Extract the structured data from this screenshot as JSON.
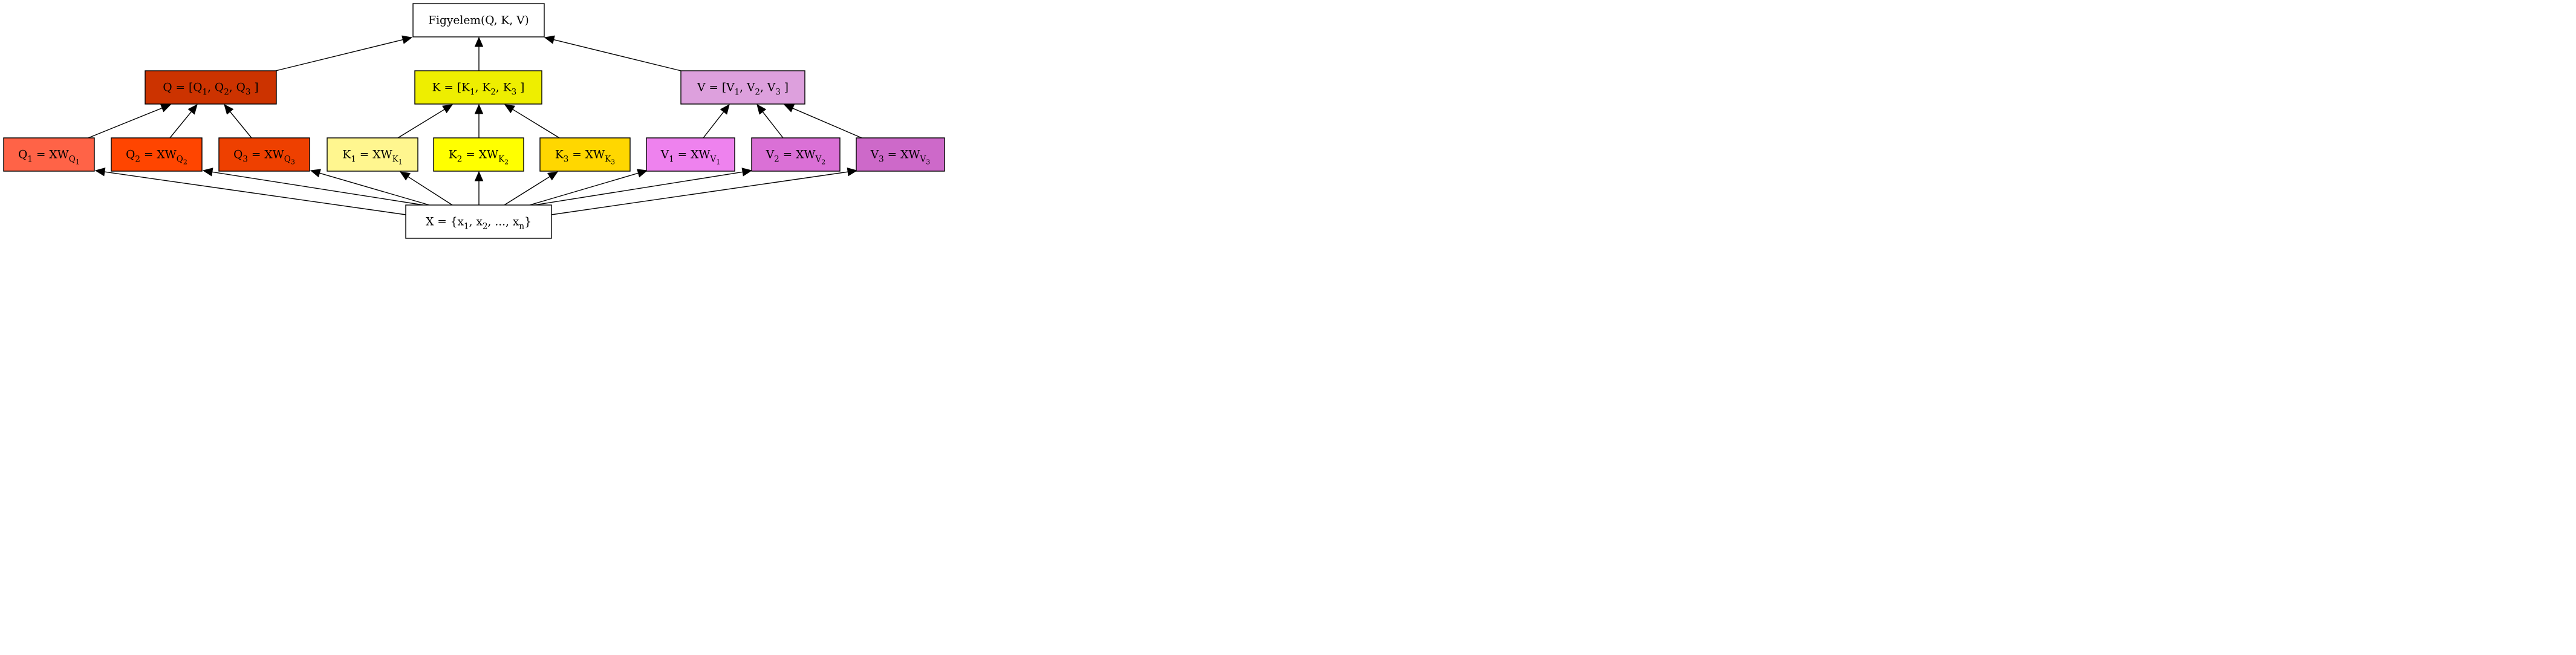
{
  "diagram": {
    "nodes": [
      {
        "id": "attention",
        "fill": "#ffffff",
        "parts": [
          {
            "t": "Figyelem(Q, K, V)"
          }
        ]
      },
      {
        "id": "Q",
        "fill": "#cc3300",
        "parts": [
          {
            "t": "Q = [Q"
          },
          {
            "t": "1",
            "s": "sub"
          },
          {
            "t": ", Q"
          },
          {
            "t": "2",
            "s": "sub"
          },
          {
            "t": ", Q"
          },
          {
            "t": "3",
            "s": "sub"
          },
          {
            "t": " ]"
          }
        ]
      },
      {
        "id": "K",
        "fill": "#eeee00",
        "parts": [
          {
            "t": "K = [K"
          },
          {
            "t": "1",
            "s": "sub"
          },
          {
            "t": ", K"
          },
          {
            "t": "2",
            "s": "sub"
          },
          {
            "t": ", K"
          },
          {
            "t": "3",
            "s": "sub"
          },
          {
            "t": " ]"
          }
        ]
      },
      {
        "id": "V",
        "fill": "#dda0dd",
        "parts": [
          {
            "t": "V = [V"
          },
          {
            "t": "1",
            "s": "sub"
          },
          {
            "t": ", V"
          },
          {
            "t": "2",
            "s": "sub"
          },
          {
            "t": ", V"
          },
          {
            "t": "3",
            "s": "sub"
          },
          {
            "t": " ]"
          }
        ]
      },
      {
        "id": "Q1",
        "fill": "#ff6347",
        "parts": [
          {
            "t": "Q"
          },
          {
            "t": "1",
            "s": "sub"
          },
          {
            "t": " = XW"
          },
          {
            "t": "Q",
            "s": "sub"
          },
          {
            "t": "1",
            "s": "subsub"
          }
        ]
      },
      {
        "id": "Q2",
        "fill": "#ff4500",
        "parts": [
          {
            "t": "Q"
          },
          {
            "t": "2",
            "s": "sub"
          },
          {
            "t": " = XW"
          },
          {
            "t": "Q",
            "s": "sub"
          },
          {
            "t": "2",
            "s": "subsub"
          }
        ]
      },
      {
        "id": "Q3",
        "fill": "#ee4000",
        "parts": [
          {
            "t": "Q"
          },
          {
            "t": "3",
            "s": "sub"
          },
          {
            "t": " = XW"
          },
          {
            "t": "Q",
            "s": "sub"
          },
          {
            "t": "3",
            "s": "subsub"
          }
        ]
      },
      {
        "id": "K1",
        "fill": "#fff68f",
        "parts": [
          {
            "t": "K"
          },
          {
            "t": "1",
            "s": "sub"
          },
          {
            "t": " = XW"
          },
          {
            "t": "K",
            "s": "sub"
          },
          {
            "t": "1",
            "s": "subsub"
          }
        ]
      },
      {
        "id": "K2",
        "fill": "#ffff00",
        "parts": [
          {
            "t": "K"
          },
          {
            "t": "2",
            "s": "sub"
          },
          {
            "t": " = XW"
          },
          {
            "t": "K",
            "s": "sub"
          },
          {
            "t": "2",
            "s": "subsub"
          }
        ]
      },
      {
        "id": "K3",
        "fill": "#ffd700",
        "parts": [
          {
            "t": "K"
          },
          {
            "t": "3",
            "s": "sub"
          },
          {
            "t": " = XW"
          },
          {
            "t": "K",
            "s": "sub"
          },
          {
            "t": "3",
            "s": "subsub"
          }
        ]
      },
      {
        "id": "V1",
        "fill": "#ee82ee",
        "parts": [
          {
            "t": "V"
          },
          {
            "t": "1",
            "s": "sub"
          },
          {
            "t": " = XW"
          },
          {
            "t": "V",
            "s": "sub"
          },
          {
            "t": "1",
            "s": "subsub"
          }
        ]
      },
      {
        "id": "V2",
        "fill": "#da70d6",
        "parts": [
          {
            "t": "V"
          },
          {
            "t": "2",
            "s": "sub"
          },
          {
            "t": " = XW"
          },
          {
            "t": "V",
            "s": "sub"
          },
          {
            "t": "2",
            "s": "subsub"
          }
        ]
      },
      {
        "id": "V3",
        "fill": "#cd69c9",
        "parts": [
          {
            "t": "V"
          },
          {
            "t": "3",
            "s": "sub"
          },
          {
            "t": " = XW"
          },
          {
            "t": "V",
            "s": "sub"
          },
          {
            "t": "3",
            "s": "subsub"
          }
        ]
      },
      {
        "id": "X",
        "fill": "#ffffff",
        "parts": [
          {
            "t": "X = {x"
          },
          {
            "t": "1",
            "s": "sub"
          },
          {
            "t": ", x"
          },
          {
            "t": "2",
            "s": "sub"
          },
          {
            "t": ", ..., x"
          },
          {
            "t": "n",
            "s": "sub"
          },
          {
            "t": "}"
          }
        ]
      }
    ],
    "edges": [
      {
        "from": "X",
        "to": "Q1"
      },
      {
        "from": "X",
        "to": "Q2"
      },
      {
        "from": "X",
        "to": "Q3"
      },
      {
        "from": "X",
        "to": "K1"
      },
      {
        "from": "X",
        "to": "K2"
      },
      {
        "from": "X",
        "to": "K3"
      },
      {
        "from": "X",
        "to": "V1"
      },
      {
        "from": "X",
        "to": "V2"
      },
      {
        "from": "X",
        "to": "V3"
      },
      {
        "from": "Q1",
        "to": "Q"
      },
      {
        "from": "Q2",
        "to": "Q"
      },
      {
        "from": "Q3",
        "to": "Q"
      },
      {
        "from": "K1",
        "to": "K"
      },
      {
        "from": "K2",
        "to": "K"
      },
      {
        "from": "K3",
        "to": "K"
      },
      {
        "from": "V1",
        "to": "V"
      },
      {
        "from": "V2",
        "to": "V"
      },
      {
        "from": "V3",
        "to": "V"
      },
      {
        "from": "Q",
        "to": "attention"
      },
      {
        "from": "K",
        "to": "attention"
      },
      {
        "from": "V",
        "to": "attention"
      }
    ]
  }
}
